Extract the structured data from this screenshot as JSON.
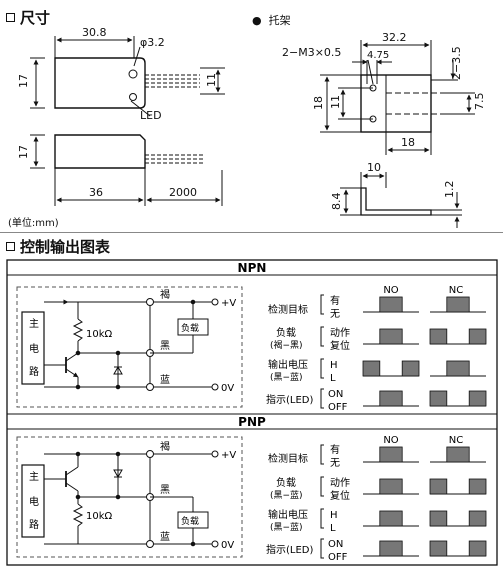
{
  "section1": {
    "title": "尺寸",
    "bracket_title": "托架",
    "unit": "(单位:mm)"
  },
  "dims": {
    "w308": "30.8",
    "d32": "φ3.2",
    "h17a": "17",
    "h11a": "11",
    "led": "LED",
    "h17b": "17",
    "w36": "36",
    "w2000": "2000",
    "w322": "32.2",
    "m3": "2−M3×0.5",
    "w475": "4.75",
    "w235": "2−3.5",
    "h18": "18",
    "h11b": "11",
    "h75": "7.5",
    "w18": "18",
    "w10": "10",
    "h84": "8.4",
    "h12": "1.2"
  },
  "section2": {
    "title": "控制输出图表"
  },
  "npn": {
    "title": "NPN",
    "block": [
      "主",
      "电",
      "路"
    ],
    "resistor": "10kΩ",
    "load": "负载",
    "wires": [
      "褐",
      "黑",
      "蓝"
    ],
    "terms": [
      "+V",
      "0V"
    ],
    "col_no": "NO",
    "col_nc": "NC",
    "rows": [
      {
        "label": "检测目标",
        "states": [
          "有",
          "无"
        ]
      },
      {
        "label": "负载",
        "sub": "(褐−黑)",
        "states": [
          "动作",
          "复位"
        ]
      },
      {
        "label": "输出电压",
        "sub": "(黑−蓝)",
        "states": [
          "H",
          "L"
        ]
      },
      {
        "label": "指示(LED)",
        "states": [
          "ON",
          "OFF"
        ]
      }
    ]
  },
  "pnp": {
    "title": "PNP",
    "block": [
      "主",
      "电",
      "路"
    ],
    "resistor": "10kΩ",
    "load": "负载",
    "wires": [
      "褐",
      "黑",
      "蓝"
    ],
    "terms": [
      "+V",
      "0V"
    ],
    "col_no": "NO",
    "col_nc": "NC",
    "rows": [
      {
        "label": "检测目标",
        "states": [
          "有",
          "无"
        ]
      },
      {
        "label": "负载",
        "sub": "(黑−蓝)",
        "states": [
          "动作",
          "复位"
        ]
      },
      {
        "label": "输出电压",
        "sub": "(黑−蓝)",
        "states": [
          "H",
          "L"
        ]
      },
      {
        "label": "指示(LED)",
        "states": [
          "ON",
          "OFF"
        ]
      }
    ]
  }
}
